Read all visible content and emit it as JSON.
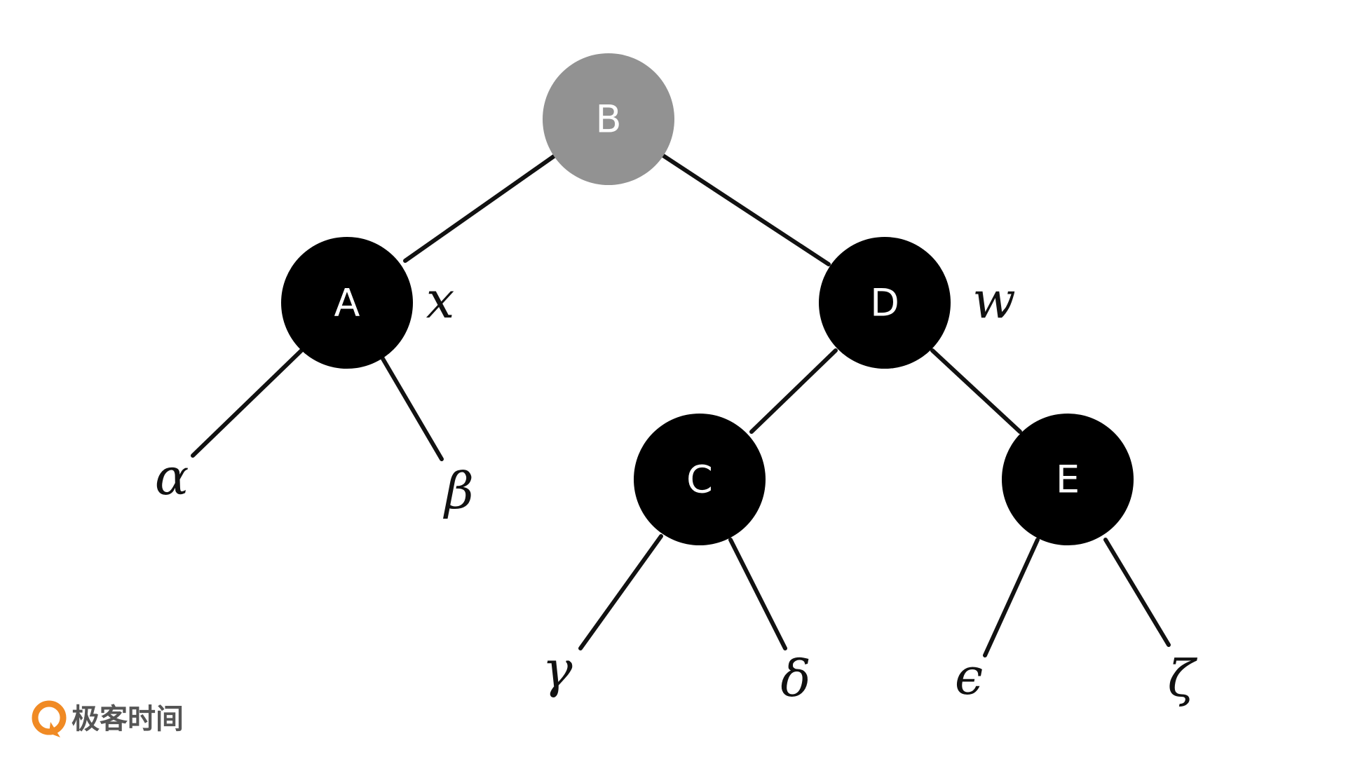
{
  "colors": {
    "black_node": "#000000",
    "red_node": "#929292",
    "edge": "#111111",
    "logo_accent": "#f08a24"
  },
  "nodes": [
    {
      "id": "B",
      "label": "B",
      "color": "gray"
    },
    {
      "id": "A",
      "label": "A",
      "color": "black"
    },
    {
      "id": "D",
      "label": "D",
      "color": "black"
    },
    {
      "id": "C",
      "label": "C",
      "color": "black"
    },
    {
      "id": "E",
      "label": "E",
      "color": "black"
    }
  ],
  "edges": [
    {
      "from": "B",
      "to": "A"
    },
    {
      "from": "B",
      "to": "D"
    },
    {
      "from": "A",
      "to": "alpha"
    },
    {
      "from": "A",
      "to": "beta"
    },
    {
      "from": "D",
      "to": "C"
    },
    {
      "from": "D",
      "to": "E"
    },
    {
      "from": "C",
      "to": "gamma"
    },
    {
      "from": "C",
      "to": "delta"
    },
    {
      "from": "E",
      "to": "epsilon"
    },
    {
      "from": "E",
      "to": "zeta"
    }
  ],
  "leaves": {
    "alpha": "α",
    "beta": "β",
    "gamma": "γ",
    "delta": "δ",
    "epsilon": "ϵ",
    "zeta": "ζ"
  },
  "annotations": {
    "x": "x",
    "w": "w"
  },
  "logo": {
    "text": "极客时间",
    "icon": "geektime-logo-icon"
  }
}
